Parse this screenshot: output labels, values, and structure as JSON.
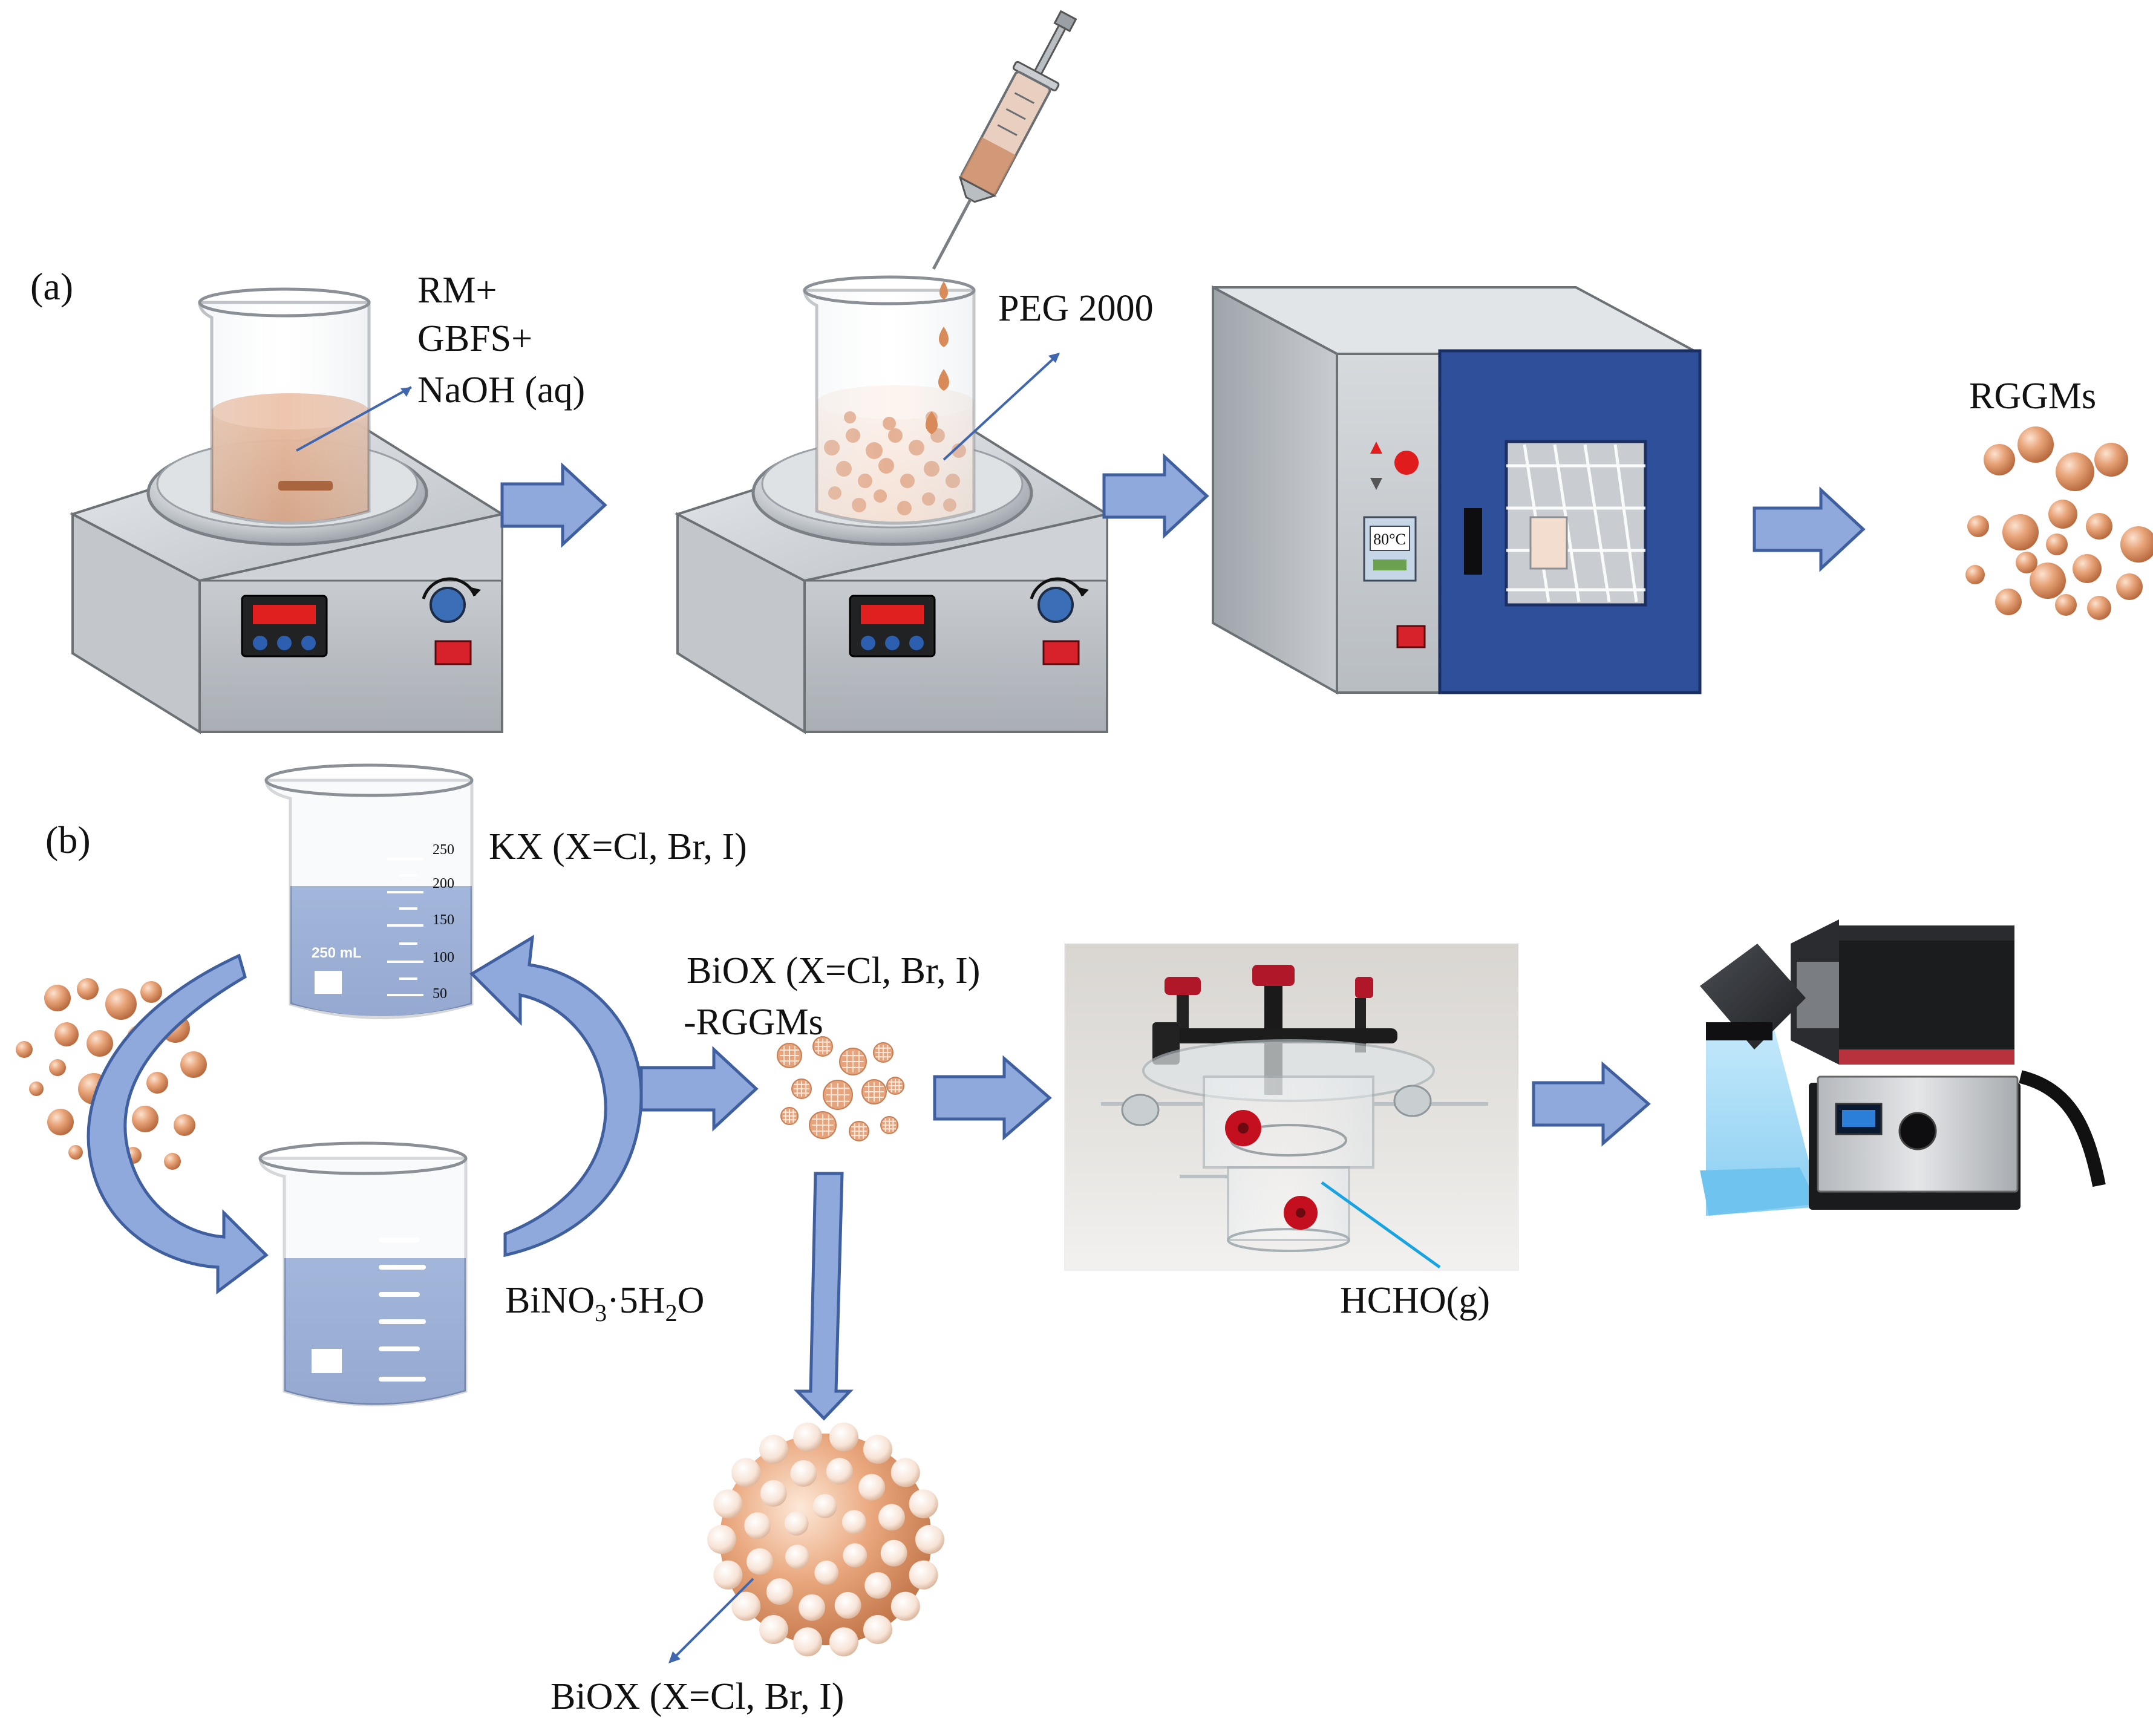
{
  "panel_a": {
    "label": "(a)",
    "reagents_line1": "RM+",
    "reagents_line2": "GBFS+",
    "reagents_line3": "NaOH (aq)",
    "additive": "PEG 2000",
    "oven_display": "80°C",
    "product": "RGGMs"
  },
  "panel_b": {
    "label": "(b)",
    "reagent_top": "KX (X=Cl, Br, I)",
    "reagent_bottom_base": "BiNO",
    "reagent_bottom_sub1": "3",
    "reagent_bottom_mid": "·5H",
    "reagent_bottom_sub2": "2",
    "reagent_bottom_end": "O",
    "composite_line1": "BiOX (X=Cl, Br, I)",
    "composite_line2": "-RGGMs",
    "gas": "HCHO(g)",
    "particle_label": "BiOX (X=Cl, Br, I)",
    "beaker_volume": "250 mL",
    "beaker_ticks": [
      "250",
      "200",
      "150",
      "100",
      "50"
    ]
  },
  "colors": {
    "arrow_fill": "#8fa9dc",
    "arrow_stroke": "#3f5f9f",
    "particle": "#e6a277",
    "oven_door": "#2e4f9a",
    "solution_blue": "#6f8cc6",
    "solution_orange": "#d4916a",
    "lamp_light": "#8fd3f5"
  }
}
